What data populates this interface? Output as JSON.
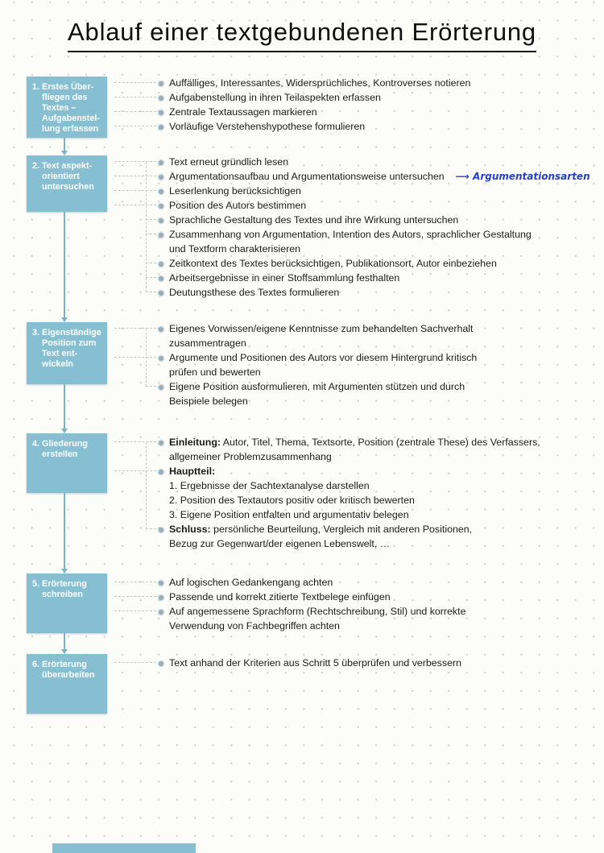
{
  "title": "Ablauf einer textgebundenen Erörterung",
  "annotation": {
    "arrow": "⟶",
    "text": "Argumentationsarten"
  },
  "colors": {
    "box": "#87bfd2",
    "box_text": "#ffffff",
    "arrow": "#7bb2c6",
    "bullet": "#98acb8",
    "connector": "#c7c7c1",
    "annotation": "#2740c6",
    "title": "#101010"
  },
  "steps": [
    {
      "number": "1.",
      "label": "Erstes Über-\nfliegen des\nTextes –\nAufgabenstel-\nlung erfassen",
      "items": [
        {
          "text": "Auffälliges, Interessantes, Widersprüchliches, Kontroverses notieren",
          "bullet": true
        },
        {
          "text": "Aufgabenstellung in ihren Teilaspekten erfassen",
          "bullet": true
        },
        {
          "text": "Zentrale Textaussagen markieren",
          "bullet": true
        },
        {
          "text": "Vorläufige Verstehenshypothese formulieren",
          "bullet": true
        }
      ]
    },
    {
      "number": "2.",
      "label": "Text aspekt-\norientiert\nuntersuchen",
      "items": [
        {
          "text": "Text erneut gründlich lesen",
          "bullet": true
        },
        {
          "text": "Argumentationsaufbau und Argumentationsweise untersuchen",
          "bullet": true,
          "annotation": true
        },
        {
          "text": "Leserlenkung berücksichtigen",
          "bullet": true
        },
        {
          "text": "Position des Autors bestimmen",
          "bullet": true
        },
        {
          "text": "Sprachliche Gestaltung des Textes und ihre Wirkung untersuchen",
          "bullet": true
        },
        {
          "text": "Zusammenhang von Argumentation, Intention des Autors, sprachlicher Gestaltung\nund Textform charakterisieren",
          "bullet": true
        },
        {
          "text": "Zeitkontext des Textes berücksichtigen, Publikationsort, Autor einbeziehen",
          "bullet": true
        },
        {
          "text": "Arbeitsergebnisse in einer Stoffsammlung festhalten",
          "bullet": true
        },
        {
          "text": "Deutungsthese des Textes formulieren",
          "bullet": true
        }
      ]
    },
    {
      "number": "3.",
      "label": "Eigenständige\nPosition zum\nText ent-\nwickeln",
      "items": [
        {
          "text": "Eigenes Vorwissen/eigene Kenntnisse zum behandelten Sachverhalt\nzusammentragen",
          "bullet": true
        },
        {
          "text": "Argumente und Positionen des Autors vor diesem Hintergrund kritisch\nprüfen und bewerten",
          "bullet": true
        },
        {
          "text": "Eigene Position ausformulieren, mit Argumenten stützen und durch\nBeispiele belegen",
          "bullet": true
        }
      ]
    },
    {
      "number": "4.",
      "label": "Gliederung\nerstellen",
      "items": [
        {
          "bold": "Einleitung:",
          "text": " Autor, Titel, Thema, Textsorte, Position (zentrale These) des Verfassers,\nallgemeiner Problemzusammenhang",
          "bullet": true
        },
        {
          "bold": "Hauptteil:",
          "text": "",
          "bullet": true
        },
        {
          "text": "1. Ergebnisse der Sachtextanalyse darstellen",
          "bullet": false
        },
        {
          "text": "2. Position des Textautors positiv oder kritisch bewerten",
          "bullet": false
        },
        {
          "text": "3. Eigene Position entfalten und argumentativ belegen",
          "bullet": false
        },
        {
          "bold": "Schluss:",
          "text": " persönliche Beurteilung, Vergleich mit anderen Positionen,\nBezug zur Gegenwart/der eigenen Lebenswelt, …",
          "bullet": true
        }
      ]
    },
    {
      "number": "5.",
      "label": "Erörterung\nschreiben",
      "items": [
        {
          "text": "Auf logischen Gedankengang achten",
          "bullet": true
        },
        {
          "text": "Passende und korrekt zitierte Textbelege einfügen",
          "bullet": true
        },
        {
          "text": "Auf angemessene Sprachform (Rechtschreibung, Stil) und korrekte\nVerwendung von Fachbegriffen achten",
          "bullet": true
        }
      ]
    },
    {
      "number": "6.",
      "label": "Erörterung\nüberarbeiten",
      "items": [
        {
          "text": "Text anhand der Kriterien aus Schritt 5 überprüfen und verbessern",
          "bullet": true
        }
      ]
    }
  ]
}
